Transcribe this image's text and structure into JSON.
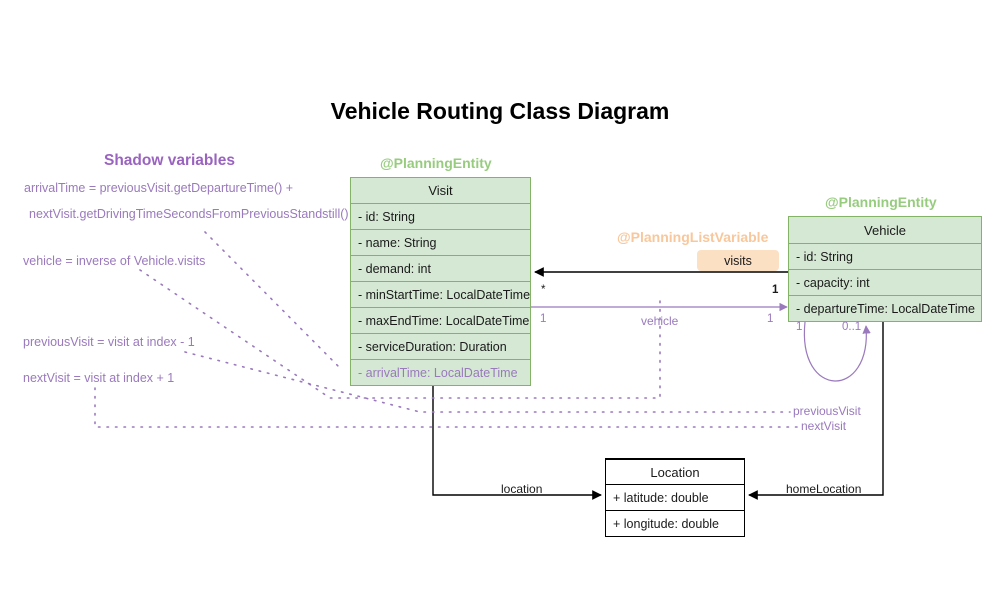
{
  "title": "Vehicle Routing Class Diagram",
  "colors": {
    "entity_fill": "#d5e8d4",
    "entity_border": "#82b366",
    "stereotype_green": "#97cc7e",
    "stereotype_orange": "#f8c79b",
    "shadow_purple": "#9a79bd",
    "shadow_title_purple": "#9a63c0",
    "badge_peach": "#fce0c4",
    "plain_border": "#000000"
  },
  "classes": {
    "visit": {
      "stereotype": "@PlanningEntity",
      "name": "Visit",
      "fields": [
        "- id: String",
        "- name: String",
        "- demand: int",
        "- minStartTime: LocalDateTime",
        "- maxEndTime: LocalDateTime",
        "- serviceDuration: Duration",
        "- arrivalTime: LocalDateTime"
      ]
    },
    "vehicle": {
      "stereotype": "@PlanningEntity",
      "name": "Vehicle",
      "fields": [
        "- id: String",
        "- capacity: int",
        "- departureTime: LocalDateTime"
      ]
    },
    "location": {
      "name": "Location",
      "fields": [
        "+ latitude: double",
        "+ longitude: double"
      ]
    }
  },
  "shadow_panel": {
    "title": "Shadow variables",
    "notes": [
      "arrivalTime = previousVisit.getDepartureTime() +",
      "nextVisit.getDrivingTimeSecondsFromPreviousStandstill()",
      "vehicle = inverse of Vehicle.visits",
      "previousVisit = visit at index - 1",
      "nextVisit = visit at index + 1"
    ]
  },
  "relations": {
    "visits": {
      "stereotype": "@PlanningListVariable",
      "label": "visits",
      "source_mult": "*",
      "target_mult": "1"
    },
    "vehicle": {
      "label": "vehicle",
      "source_mult": "1",
      "target_mult": "1"
    },
    "self_loop": {
      "source_mult": "1",
      "target_mult": "0..1"
    },
    "previous_visit": {
      "label": "previousVisit"
    },
    "next_visit": {
      "label": "nextVisit"
    },
    "location": {
      "label": "location"
    },
    "home_location": {
      "label": "homeLocation"
    }
  }
}
